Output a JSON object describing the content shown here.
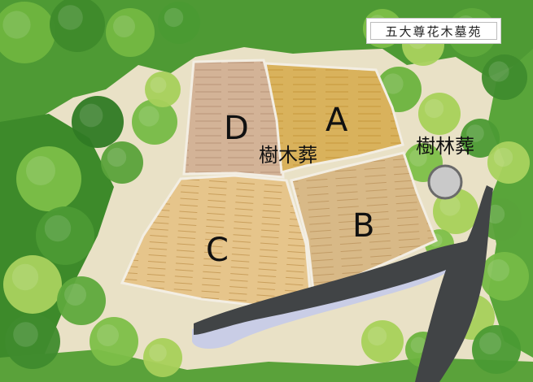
{
  "title": "五大尊花木墓苑",
  "sections": {
    "A": "A",
    "B": "B",
    "C": "C",
    "D": "D"
  },
  "labels": {
    "tree_burial": "樹木葬",
    "forest_burial": "樹林葬"
  },
  "colors": {
    "grass": "#e8dfc2",
    "tree_dark": "#3f8f2c",
    "tree_mid": "#6cb33e",
    "tree_light": "#a8d15a",
    "plot_A": "#d9b25c",
    "plot_B": "#d7b784",
    "plot_C": "#e4c388",
    "plot_D": "#d3b397",
    "road": "#414446",
    "road_edge": "#c9cde6",
    "monument": "#c7c7c7"
  }
}
